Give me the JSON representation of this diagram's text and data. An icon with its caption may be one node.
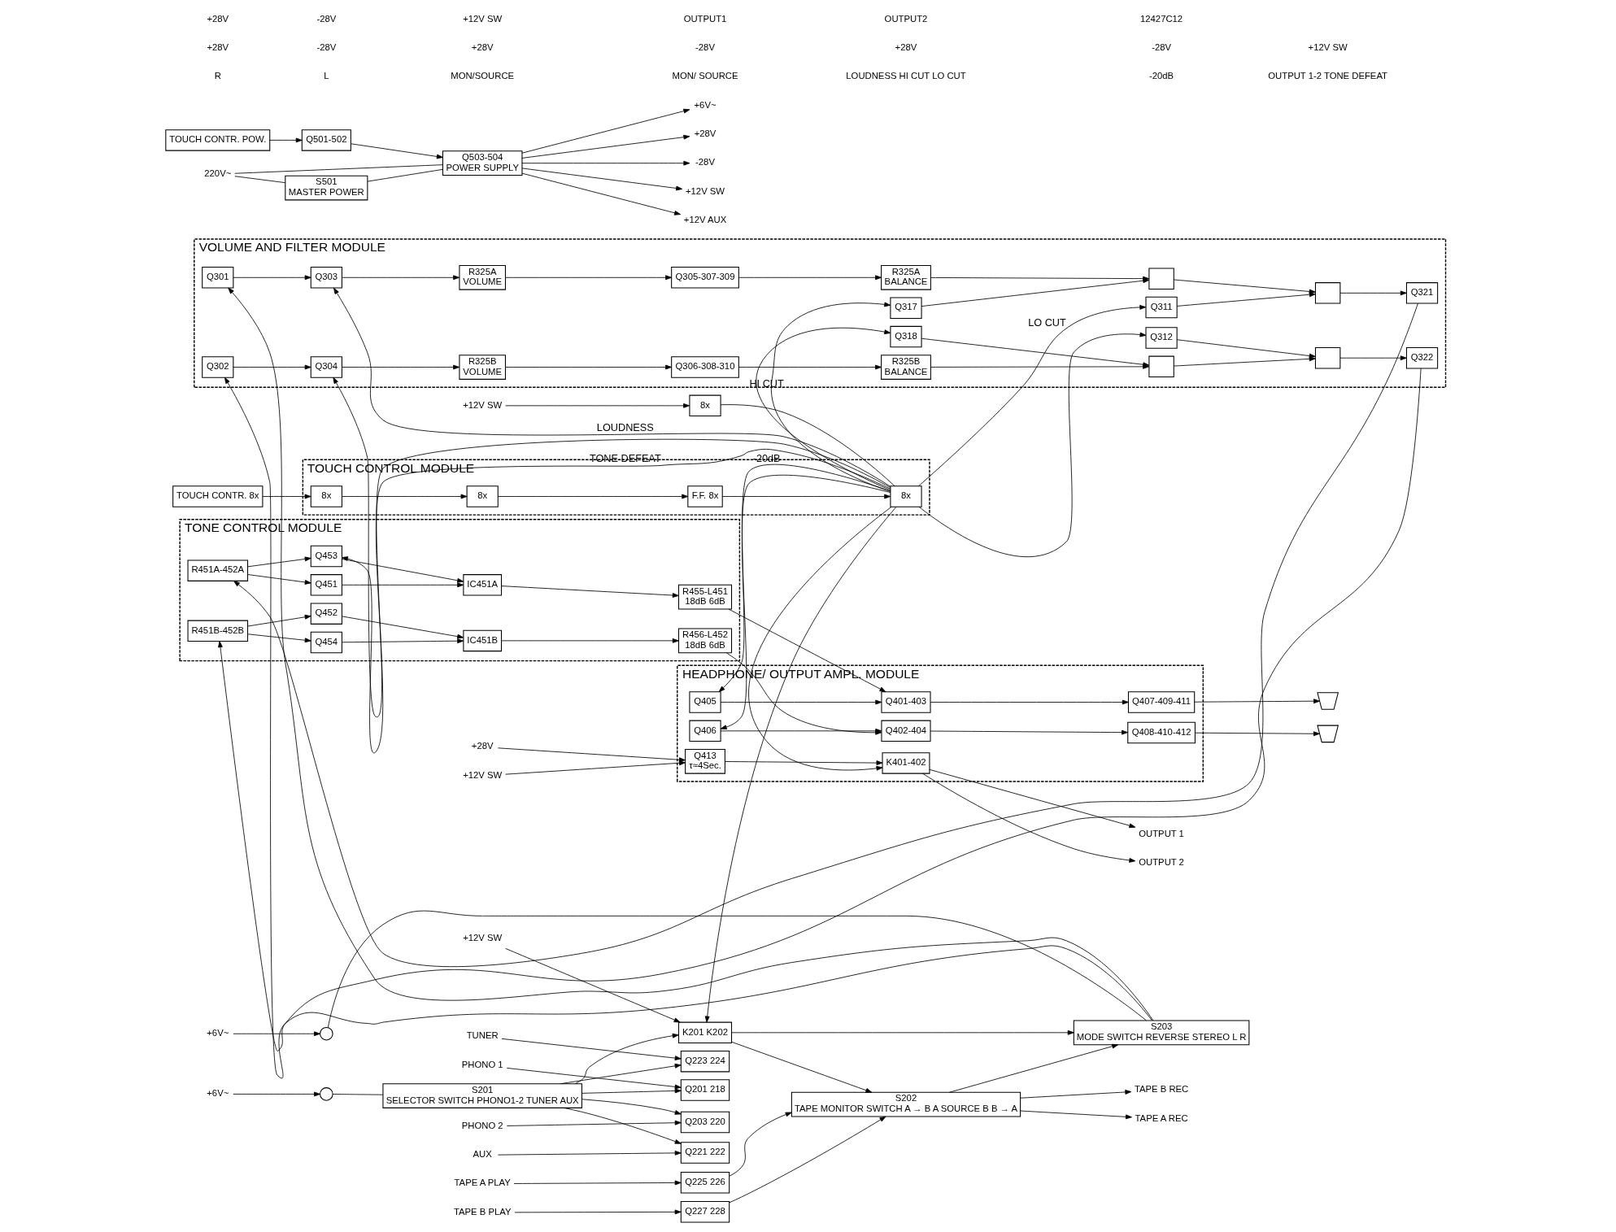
{
  "diagram": {
    "nodes": [
      {
        "text": [
          "VOLUME AND FILTER MODULE"
        ]
      },
      {
        "text": [
          "TOUCH CONTROL MODULE"
        ]
      },
      {
        "text": [
          "TONE CONTROL MODULE"
        ]
      },
      {
        "text": [
          "HEADPHONE/ OUTPUT AMPL. MODULE"
        ]
      },
      {
        "text": [
          "TOUCH CONTR. POW."
        ]
      },
      {
        "text": [
          "Q501-502"
        ]
      },
      {
        "text": [
          "Q503-504",
          "POWER SUPPLY"
        ]
      },
      {
        "text": [
          "S501",
          "MASTER POWER"
        ]
      },
      {
        "text": [
          "220V~"
        ]
      },
      {
        "text": [
          "+6V~"
        ]
      },
      {
        "text": [
          "+28V"
        ]
      },
      {
        "text": [
          "-28V"
        ]
      },
      {
        "text": [
          "+12V SW"
        ]
      },
      {
        "text": [
          "+12V AUX"
        ]
      },
      {
        "text": [
          "S203",
          "MODE SWITCH REVERSE STEREO L R"
        ]
      },
      {
        "text": [
          "+6V~"
        ]
      },
      {
        "text": [],
        "shape": "circle"
      },
      {
        "text": [
          "S202",
          "TAPE MONITOR SWITCH A → B A SOURCE B B → A"
        ]
      },
      {
        "text": [
          "TAPE A REC"
        ]
      },
      {
        "text": [
          "TAPE B REC"
        ]
      },
      {
        "text": [
          "K201 K202"
        ]
      },
      {
        "text": [
          "+12V SW"
        ]
      },
      {
        "text": [
          "S201",
          "SELECTOR SWITCH PHONO1-2 TUNER AUX"
        ]
      },
      {
        "text": [
          "+6V~"
        ]
      },
      {
        "text": [],
        "shape": "circle"
      },
      {
        "text": [
          "Q225 226"
        ]
      },
      {
        "text": [
          "TAPE A PLAY"
        ]
      },
      {
        "text": [
          "Q227 228"
        ]
      },
      {
        "text": [
          "TAPE B PLAY"
        ]
      },
      {
        "text": [
          "Q223 224"
        ]
      },
      {
        "text": [
          "TUNER"
        ]
      },
      {
        "text": [
          "Q221 222"
        ]
      },
      {
        "text": [
          "AUX"
        ]
      },
      {
        "text": [
          "Q201 218"
        ]
      },
      {
        "text": [
          "PHONO 1"
        ]
      },
      {
        "text": [
          "Q203 220"
        ]
      },
      {
        "text": [
          "PHONO 2"
        ]
      },
      {
        "text": [
          "Q301"
        ],
        "in": 0
      },
      {
        "text": [
          "Q303"
        ],
        "in": 0
      },
      {
        "text": [
          "R325A",
          "VOLUME"
        ],
        "in": 0
      },
      {
        "text": [
          "Q305-307-309"
        ],
        "in": 0
      },
      {
        "text": [
          "R325A",
          "BALANCE"
        ],
        "in": 0
      },
      {
        "text": [],
        "shape": "box",
        "in": 0
      },
      {
        "text": [],
        "shape": "box",
        "in": 0
      },
      {
        "text": [
          "Q321"
        ],
        "in": 0
      },
      {
        "text": [
          "Q317"
        ],
        "in": 0
      },
      {
        "text": [
          "Q311"
        ],
        "in": 0
      },
      {
        "text": [
          "Q318"
        ],
        "in": 0
      },
      {
        "text": [
          "Q312"
        ],
        "in": 0
      },
      {
        "text": [
          "Q302"
        ],
        "in": 0
      },
      {
        "text": [
          "Q304"
        ],
        "in": 0
      },
      {
        "text": [
          "R325B",
          "VOLUME"
        ],
        "in": 0
      },
      {
        "text": [
          "Q306-308-310"
        ],
        "in": 0
      },
      {
        "text": [
          "R325B",
          "BALANCE"
        ],
        "in": 0
      },
      {
        "text": [],
        "shape": "box",
        "in": 0
      },
      {
        "text": [],
        "shape": "box",
        "in": 0
      },
      {
        "text": [
          "Q322"
        ],
        "in": 0
      },
      {
        "text": [
          "TOUCH CONTR. 8x"
        ]
      },
      {
        "text": [
          "8x"
        ],
        "in": 1
      },
      {
        "text": [
          "8x"
        ],
        "in": 1
      },
      {
        "text": [
          "F.F. 8x"
        ],
        "in": 1
      },
      {
        "text": [
          "8x"
        ],
        "in": 1
      },
      {
        "text": [
          "8x"
        ]
      },
      {
        "text": [
          "+12V SW"
        ]
      },
      {
        "text": [
          "R451A-452A"
        ],
        "in": 2
      },
      {
        "text": [
          "Q451"
        ],
        "in": 2
      },
      {
        "text": [
          "IC451A"
        ],
        "in": 2
      },
      {
        "text": [
          "R455-L451",
          "18dB 6dB"
        ],
        "in": 2
      },
      {
        "text": [
          "Q453"
        ],
        "in": 2
      },
      {
        "text": [
          "Q454"
        ],
        "in": 2
      },
      {
        "text": [
          "R451B-452B"
        ],
        "in": 2
      },
      {
        "text": [
          "Q452"
        ],
        "in": 2
      },
      {
        "text": [
          "IC451B"
        ],
        "in": 2
      },
      {
        "text": [
          "R456-L452",
          "18dB 6dB"
        ],
        "in": 2
      },
      {
        "text": [
          "Q401-403"
        ],
        "in": 3
      },
      {
        "text": [
          "Q407-409-411"
        ],
        "in": 3
      },
      {
        "text": [
          "Q405"
        ],
        "in": 3
      },
      {
        "text": [
          "Q406"
        ],
        "in": 3
      },
      {
        "text": [
          "Q402-404"
        ],
        "in": 3
      },
      {
        "text": [
          "Q408-410-412"
        ],
        "in": 3
      },
      {
        "text": [
          "K401-402"
        ],
        "in": 3
      },
      {
        "text": [
          "Q413",
          "τ≈4Sec."
        ],
        "in": 3
      },
      {
        "text": [],
        "shape": "headphones"
      },
      {
        "text": [
          "OUTPUT 1"
        ]
      },
      {
        "text": [
          "OUTPUT 2"
        ]
      },
      {
        "text": [],
        "shape": "headphones"
      },
      {
        "text": [
          "+28V"
        ]
      },
      {
        "text": [
          "+12V SW"
        ]
      }
    ],
    "edges": [
      {
        "from": 4,
        "to": 5,
        "arrow": "to"
      },
      {
        "from": 5,
        "to": 6,
        "arrow": "to"
      },
      {
        "from": 8,
        "to": 7,
        "arrow": "none"
      },
      {
        "from": 7,
        "to": 6,
        "arrow": "none"
      },
      {
        "from": 8,
        "to": 6,
        "arrow": "none"
      },
      {
        "from": 6,
        "to": 9,
        "arrow": "to"
      },
      {
        "from": 6,
        "to": 10,
        "arrow": "to"
      },
      {
        "from": 6,
        "to": 11,
        "arrow": "to"
      },
      {
        "from": 6,
        "to": 12,
        "arrow": "to"
      },
      {
        "from": 6,
        "to": 13,
        "arrow": "to"
      },
      {
        "from": 15,
        "to": 16,
        "arrow": "to"
      },
      {
        "from": 16,
        "to": 14,
        "arrow": "none"
      },
      {
        "from": 17,
        "to": 14,
        "arrow": "to"
      },
      {
        "from": 17,
        "to": 18,
        "arrow": "to"
      },
      {
        "from": 17,
        "to": 19,
        "arrow": "to"
      },
      {
        "from": 22,
        "to": 20,
        "arrow": "to"
      },
      {
        "from": 20,
        "to": 17,
        "arrow": "to"
      },
      {
        "from": 20,
        "to": 14,
        "arrow": "to"
      },
      {
        "from": 21,
        "to": 20,
        "arrow": "to"
      },
      {
        "from": 23,
        "to": 24,
        "arrow": "to"
      },
      {
        "from": 24,
        "to": 22,
        "arrow": "none"
      },
      {
        "from": 25,
        "to": 17,
        "arrow": "to"
      },
      {
        "from": 27,
        "to": 17,
        "arrow": "to"
      },
      {
        "from": 26,
        "to": 25,
        "arrow": "to"
      },
      {
        "from": 28,
        "to": 27,
        "arrow": "to"
      },
      {
        "from": 30,
        "to": 29,
        "arrow": "to"
      },
      {
        "from": 32,
        "to": 31,
        "arrow": "to"
      },
      {
        "from": 34,
        "to": 33,
        "arrow": "to"
      },
      {
        "from": 36,
        "to": 35,
        "arrow": "to"
      },
      {
        "from": 22,
        "to": 29,
        "arrow": "to"
      },
      {
        "from": 22,
        "to": 31,
        "arrow": "to"
      },
      {
        "from": 22,
        "to": 33,
        "arrow": "to"
      },
      {
        "from": 22,
        "to": 35,
        "arrow": "to"
      },
      {
        "from": 14,
        "to": 37,
        "arrow": "to"
      },
      {
        "from": 14,
        "to": 49,
        "arrow": "to"
      },
      {
        "from": 37,
        "to": 38,
        "arrow": "to"
      },
      {
        "from": 38,
        "to": 39,
        "arrow": "to"
      },
      {
        "from": 39,
        "to": 40,
        "arrow": "to"
      },
      {
        "from": 40,
        "to": 41,
        "arrow": "to"
      },
      {
        "from": 41,
        "to": 42,
        "arrow": "to"
      },
      {
        "from": 42,
        "to": 43,
        "arrow": "to"
      },
      {
        "from": 43,
        "to": 44,
        "arrow": "to"
      },
      {
        "from": 45,
        "to": 42,
        "arrow": "to"
      },
      {
        "from": 46,
        "to": 43,
        "arrow": "to"
      },
      {
        "from": 47,
        "to": 54,
        "arrow": "to"
      },
      {
        "from": 48,
        "to": 55,
        "arrow": "to"
      },
      {
        "from": 49,
        "to": 50,
        "arrow": "to"
      },
      {
        "from": 50,
        "to": 51,
        "arrow": "to"
      },
      {
        "from": 51,
        "to": 52,
        "arrow": "to"
      },
      {
        "from": 52,
        "to": 53,
        "arrow": "to"
      },
      {
        "from": 53,
        "to": 54,
        "arrow": "to"
      },
      {
        "from": 54,
        "to": 55,
        "arrow": "to"
      },
      {
        "from": 55,
        "to": 56,
        "arrow": "to"
      },
      {
        "from": 44,
        "to": 64,
        "arrow": "to"
      },
      {
        "from": 56,
        "to": 70,
        "arrow": "to"
      },
      {
        "from": 57,
        "to": 58,
        "arrow": "to"
      },
      {
        "from": 58,
        "to": 59,
        "arrow": "to"
      },
      {
        "from": 59,
        "to": 60,
        "arrow": "to"
      },
      {
        "from": 60,
        "to": 61,
        "arrow": "to"
      },
      {
        "from": 63,
        "to": 62,
        "arrow": "to"
      },
      {
        "from": 62,
        "to": 61,
        "arrow": "none"
      },
      {
        "from": 61,
        "to": 38,
        "arrow": "to",
        "label": "LOUDNESS"
      },
      {
        "from": 61,
        "to": 50,
        "arrow": "to"
      },
      {
        "from": 61,
        "to": 45,
        "arrow": "to",
        "label": "HI CUT"
      },
      {
        "from": 61,
        "to": 46,
        "arrow": "to",
        "label": "LO CUT"
      },
      {
        "from": 61,
        "to": 47,
        "arrow": "to"
      },
      {
        "from": 61,
        "to": 48,
        "arrow": "to"
      },
      {
        "from": 61,
        "to": 20,
        "arrow": "to"
      },
      {
        "from": 61,
        "to": 68,
        "arrow": "to",
        "label": "TONE DEFEAT"
      },
      {
        "from": 61,
        "to": 76,
        "arrow": "to",
        "label": "-20dB"
      },
      {
        "from": 61,
        "to": 77,
        "arrow": "to"
      },
      {
        "from": 61,
        "to": 80,
        "arrow": "to"
      },
      {
        "from": 64,
        "to": 65,
        "arrow": "to"
      },
      {
        "from": 65,
        "to": 66,
        "arrow": "to"
      },
      {
        "from": 66,
        "to": 67,
        "arrow": "to"
      },
      {
        "from": 64,
        "to": 68,
        "arrow": "to"
      },
      {
        "from": 68,
        "to": 66,
        "arrow": "to"
      },
      {
        "from": 70,
        "to": 71,
        "arrow": "to"
      },
      {
        "from": 71,
        "to": 72,
        "arrow": "to"
      },
      {
        "from": 72,
        "to": 73,
        "arrow": "to"
      },
      {
        "from": 70,
        "to": 69,
        "arrow": "to"
      },
      {
        "from": 69,
        "to": 72,
        "arrow": "to"
      },
      {
        "from": 67,
        "to": 74,
        "arrow": "to"
      },
      {
        "from": 73,
        "to": 78,
        "arrow": "to"
      },
      {
        "from": 74,
        "to": 75,
        "arrow": "to"
      },
      {
        "from": 78,
        "to": 79,
        "arrow": "to"
      },
      {
        "from": 76,
        "to": 74,
        "arrow": "to"
      },
      {
        "from": 77,
        "to": 78,
        "arrow": "to"
      },
      {
        "from": 75,
        "to": 82,
        "arrow": "to"
      },
      {
        "from": 79,
        "to": 85,
        "arrow": "to"
      },
      {
        "from": 80,
        "to": 83,
        "arrow": "to"
      },
      {
        "from": 80,
        "to": 84,
        "arrow": "to"
      },
      {
        "from": 81,
        "to": 80,
        "arrow": "to"
      },
      {
        "from": 86,
        "to": 81,
        "arrow": "to"
      },
      {
        "from": 87,
        "to": 81,
        "arrow": "to"
      }
    ],
    "labels": [
      "R",
      "L",
      "MON/SOURCE",
      "MON/ SOURCE",
      "LOUDNESS HI CUT LO CUT",
      "-20dB",
      "OUTPUT 1-2 TONE DEFEAT",
      "+28V",
      "-28V",
      "+28V",
      "-28V",
      "+28V",
      "-28V",
      "+12V SW",
      "+28V",
      "-28V",
      "+12V SW",
      "OUTPUT1",
      "OUTPUT2",
      "12427C12"
    ]
  }
}
